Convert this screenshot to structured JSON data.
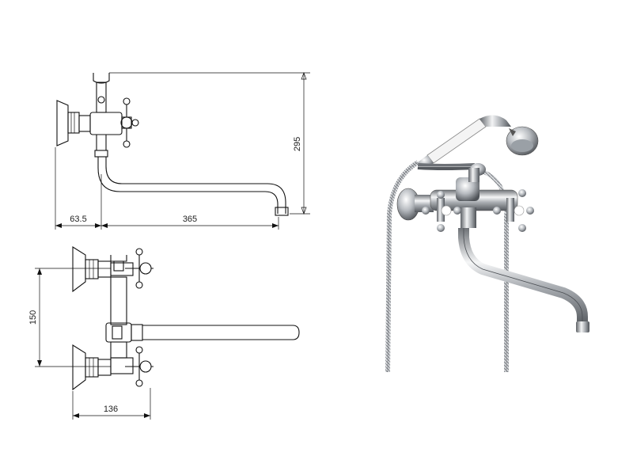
{
  "dimensions": {
    "side_wall_offset": "63.5",
    "side_spout_length": "365",
    "side_total_height": "295",
    "front_inlet_spacing": "150",
    "front_depth": "136"
  },
  "photo": {
    "chrome_color": "#c9ccd0",
    "handle_color": "#ffffff",
    "hose_color": "#8a8d92"
  }
}
